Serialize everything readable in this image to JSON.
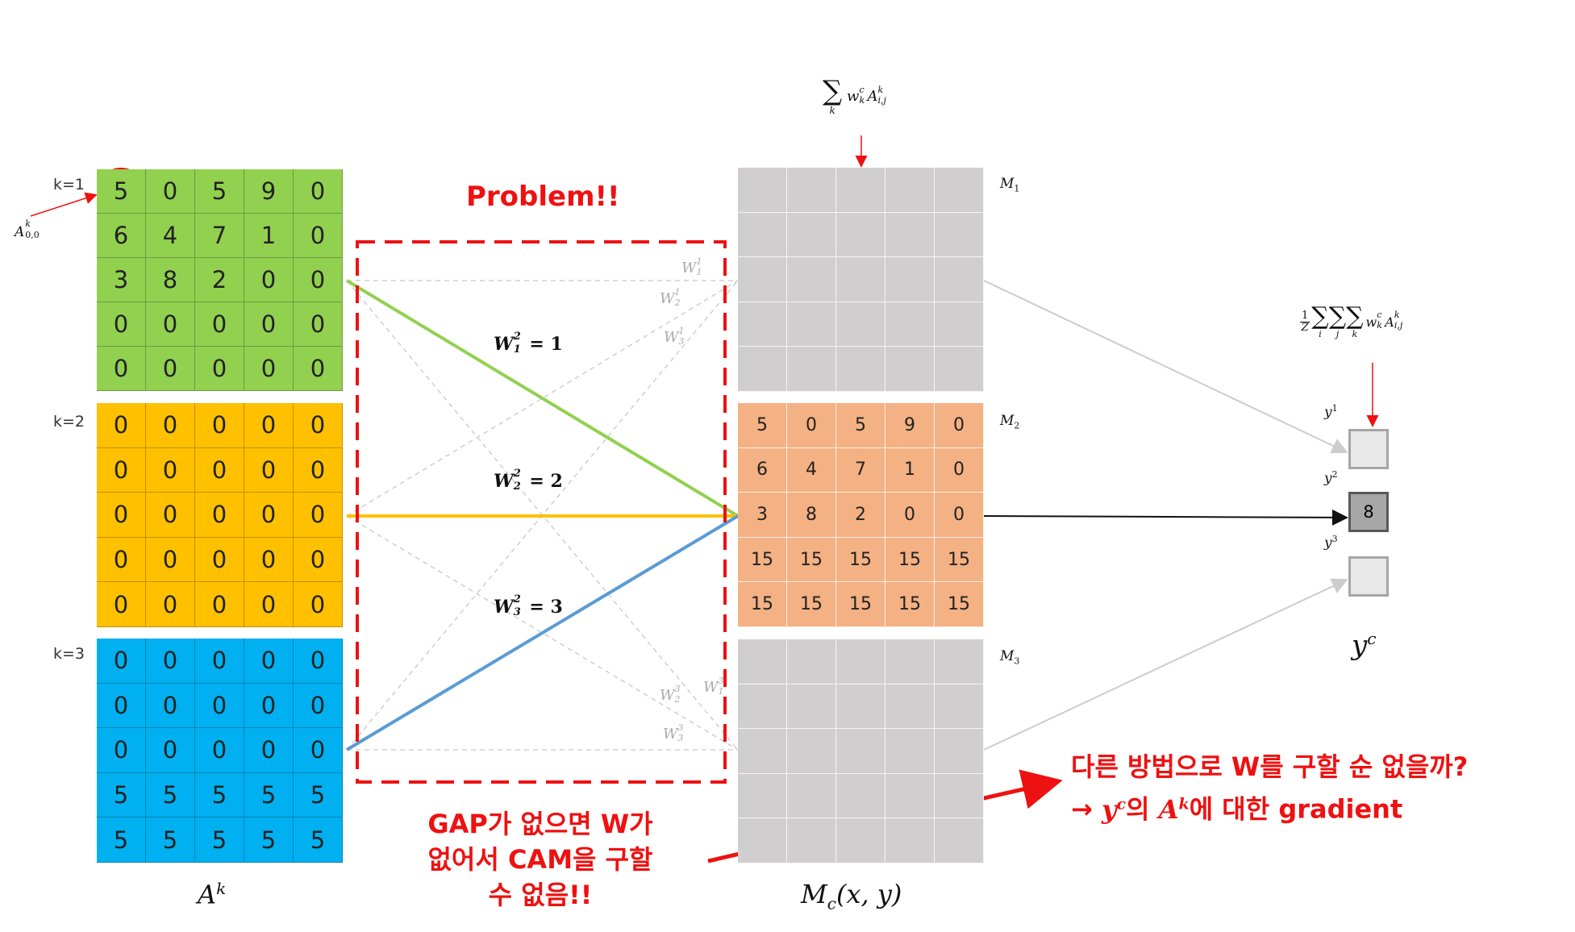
{
  "ak": {
    "k_labels": [
      "k=1",
      "k=2",
      "k=3"
    ],
    "index_label": "A",
    "index_sup": "k",
    "index_sub": "0,0",
    "caption": "A",
    "caption_sup": "k",
    "colors": [
      "#92d050",
      "#ffc000",
      "#00b0f0"
    ],
    "grids": [
      [
        [
          "5",
          "0",
          "5",
          "9",
          "0"
        ],
        [
          "6",
          "4",
          "7",
          "1",
          "0"
        ],
        [
          "3",
          "8",
          "2",
          "0",
          "0"
        ],
        [
          "0",
          "0",
          "0",
          "0",
          "0"
        ],
        [
          "0",
          "0",
          "0",
          "0",
          "0"
        ]
      ],
      [
        [
          "0",
          "0",
          "0",
          "0",
          "0"
        ],
        [
          "0",
          "0",
          "0",
          "0",
          "0"
        ],
        [
          "0",
          "0",
          "0",
          "0",
          "0"
        ],
        [
          "0",
          "0",
          "0",
          "0",
          "0"
        ],
        [
          "0",
          "0",
          "0",
          "0",
          "0"
        ]
      ],
      [
        [
          "0",
          "0",
          "0",
          "0",
          "0"
        ],
        [
          "0",
          "0",
          "0",
          "0",
          "0"
        ],
        [
          "0",
          "0",
          "0",
          "0",
          "0"
        ],
        [
          "5",
          "5",
          "5",
          "5",
          "5"
        ],
        [
          "5",
          "5",
          "5",
          "5",
          "5"
        ]
      ]
    ]
  },
  "problem": {
    "title": "Problem!!",
    "weights": [
      "W",
      "W",
      "W"
    ],
    "weight_subs": [
      "1",
      "2",
      "3"
    ],
    "weight_sup": "2",
    "weight_values": [
      "= 1",
      "= 2",
      "= 3"
    ],
    "faint_top": [
      {
        "sub": "1",
        "sup": "1"
      },
      {
        "sub": "2",
        "sup": "1"
      },
      {
        "sub": "3",
        "sup": "1"
      }
    ],
    "faint_bottom": [
      {
        "sub": "2",
        "sup": "3"
      },
      {
        "sub": "1",
        "sup": "3"
      },
      {
        "sub": "3",
        "sup": "3"
      }
    ],
    "faint_letter": "W",
    "note_lines": [
      "GAP가 없으면 W가",
      "없어서 CAM을 구할",
      "수 없음!!"
    ]
  },
  "mc": {
    "top_formula": {
      "sum": "∑",
      "under": "k",
      "body": "w",
      "body_sub": "k",
      "body_sup": "c",
      "a": "A",
      "a_sub": "i,j",
      "a_sup": "k"
    },
    "labels": [
      {
        "letter": "M",
        "sub": "1"
      },
      {
        "letter": "M",
        "sub": "2"
      },
      {
        "letter": "M",
        "sub": "3"
      }
    ],
    "caption": "M",
    "caption_sub": "c",
    "caption_args": "(x, y)",
    "colors": {
      "active": "#f4b183",
      "inactive": "#d0cece"
    },
    "grid": [
      [
        "5",
        "0",
        "5",
        "9",
        "0"
      ],
      [
        "6",
        "4",
        "7",
        "1",
        "0"
      ],
      [
        "3",
        "8",
        "2",
        "0",
        "0"
      ],
      [
        "15",
        "15",
        "15",
        "15",
        "15"
      ],
      [
        "15",
        "15",
        "15",
        "15",
        "15"
      ]
    ]
  },
  "yc": {
    "formula": {
      "frac_num": "1",
      "frac_den": "Z",
      "sums": [
        "i",
        "j",
        "k"
      ],
      "body": "w",
      "body_sub": "k",
      "body_sup": "c",
      "a": "A",
      "a_sub": "i,j",
      "a_sup": "k"
    },
    "labels": [
      {
        "letter": "y",
        "sup": "1"
      },
      {
        "letter": "y",
        "sup": "2"
      },
      {
        "letter": "y",
        "sup": "3"
      }
    ],
    "values": [
      "",
      "8",
      ""
    ],
    "caption": "y",
    "caption_sup": "c"
  },
  "question": {
    "line1": "다른 방법으로 W를 구할 순 없을까?",
    "arrow": "→",
    "y": "y",
    "y_sup": "c",
    "part_a": "의",
    "a": "A",
    "a_sup": "k",
    "part_b": "에 대한 gradient"
  }
}
